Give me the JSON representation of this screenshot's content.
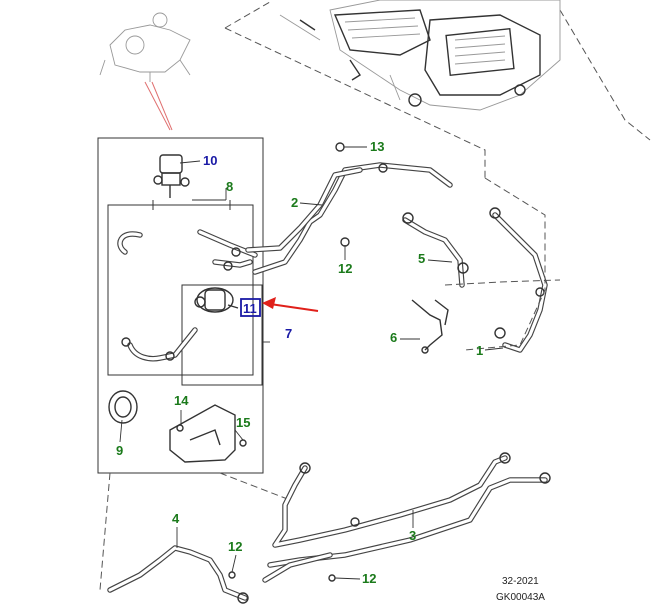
{
  "callouts": {
    "c1": "1",
    "c2": "2",
    "c3": "3",
    "c4": "4",
    "c5": "5",
    "c6": "6",
    "c7": "7",
    "c8": "8",
    "c9": "9",
    "c10": "10",
    "c11": "11",
    "c12a": "12",
    "c12b": "12",
    "c12c": "12",
    "c13": "13",
    "c14": "14",
    "c15": "15"
  },
  "footer": {
    "date_code": "32-2021",
    "figure_id": "GK00043A"
  },
  "colors": {
    "callout_green": "#1b7a1b",
    "callout_blue": "#1a1aa6",
    "highlight_box": "#1a1aa6",
    "pointer_arrow": "#e0201a"
  }
}
